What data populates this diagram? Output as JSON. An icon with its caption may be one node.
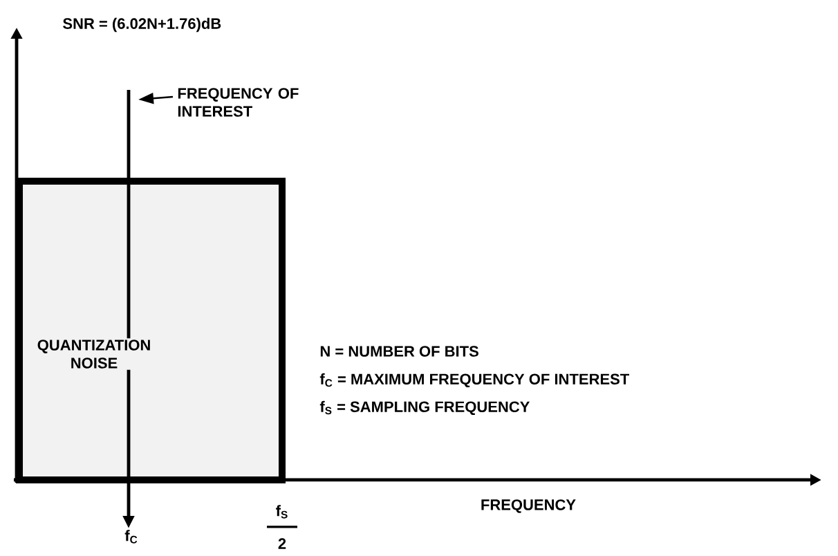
{
  "diagram": {
    "nodes": [
      {
        "text": [
          "QUANTIZATION NOISE"
        ]
      },
      {
        "text": [
          "f$_{C}$"
        ]
      },
      {
        "text": [
          "FREQUENCY OF INTEREST"
        ]
      }
    ],
    "edges": [
      {
        "from": null,
        "to": 1,
        "arrow": "to"
      },
      {
        "from": 2,
        "to": null,
        "arrow": "to"
      }
    ],
    "labels": [
      "SNR = (6.02N+1.76)dB",
      "N = NUMBER OF BITS",
      "f$_{C}$ = MAXIMUM FREQUENCY OF INTEREST",
      "f$_{S}$ = SAMPLING FREQUENCY",
      "f$_{S}$",
      "2",
      "FREQUENCY"
    ]
  }
}
